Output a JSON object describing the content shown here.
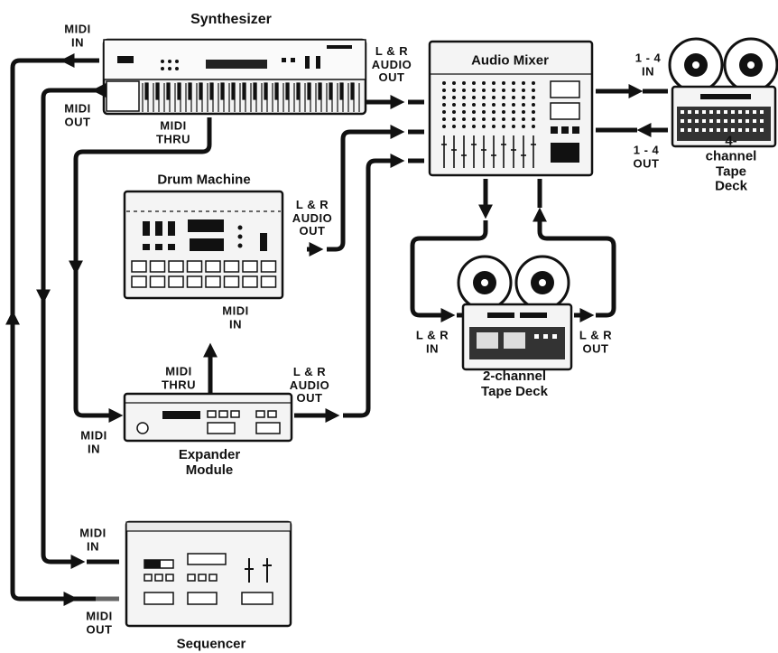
{
  "devices": {
    "synthesizer": "Synthesizer",
    "drum_machine": "Drum Machine",
    "expander_module": "Expander\nModule",
    "sequencer": "Sequencer",
    "audio_mixer": "Audio Mixer",
    "tape_deck_2ch": "2-channel\nTape Deck",
    "tape_deck_4ch": "4-channel\nTape Deck"
  },
  "ports": {
    "synth_midi_in": "MIDI\nIN",
    "synth_midi_out": "MIDI\nOUT",
    "synth_midi_thru": "MIDI\nTHRU",
    "synth_audio_out": "L & R\nAUDIO\nOUT",
    "drum_audio_out": "L & R\nAUDIO\nOUT",
    "drum_midi_in": "MIDI\nIN",
    "expander_midi_thru": "MIDI\nTHRU",
    "expander_midi_in": "MIDI\nIN",
    "expander_audio_out": "L & R\nAUDIO\nOUT",
    "sequencer_midi_in": "MIDI\nIN",
    "sequencer_midi_out": "MIDI\nOUT",
    "deck2_in": "L & R\nIN",
    "deck2_out": "L & R\nOUT",
    "deck4_in": "1 - 4\nIN",
    "deck4_out": "1 - 4\nOUT"
  },
  "colors": {
    "ink": "#111111",
    "panel": "#f4f4f4",
    "paper": "#ffffff"
  }
}
